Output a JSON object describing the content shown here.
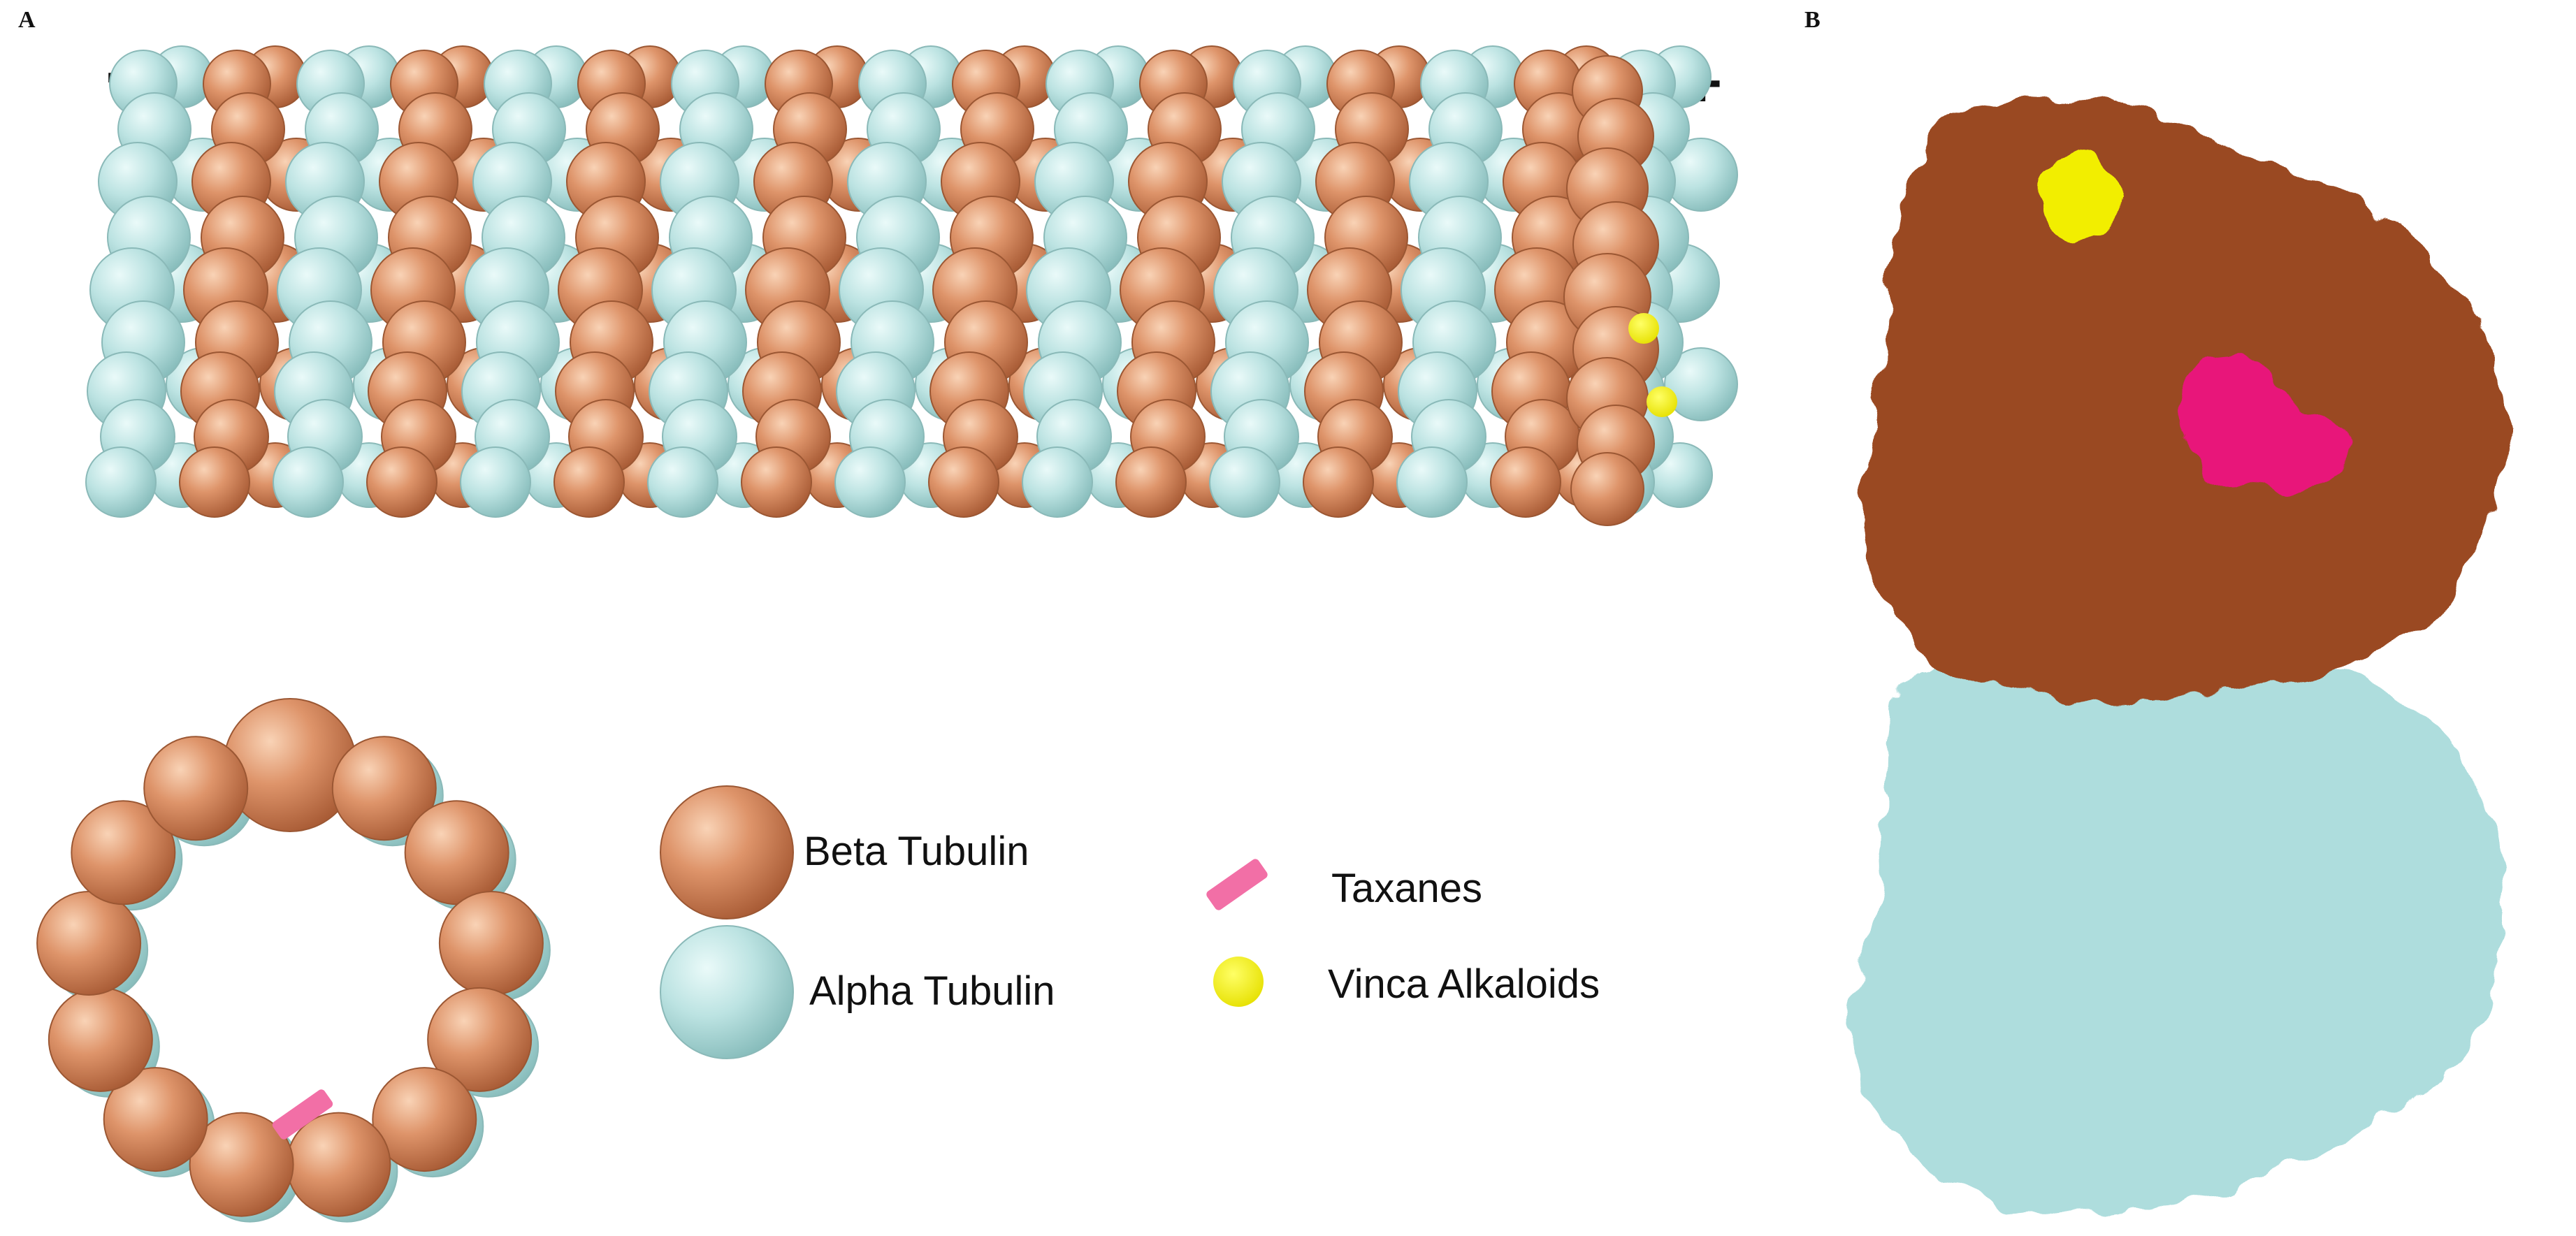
{
  "panels": {
    "a_label": "A",
    "b_label": "B"
  },
  "microtubule": {
    "minus_end": "-",
    "plus_end": "+"
  },
  "legend": {
    "beta": "Beta Tubulin",
    "alpha": "Alpha Tubulin",
    "taxanes": "Taxanes",
    "vinca": "Vinca Alkaloids"
  },
  "colors": {
    "beta_tubulin": "#D98A5C",
    "alpha_tubulin": "#B5E0DF",
    "taxanes": "#F26FA6",
    "vinca_alkaloids": "#F2EE00",
    "beta_surface": "#9A4A22",
    "alpha_surface": "#AEDDDD",
    "binding_site": "#E8137A"
  }
}
